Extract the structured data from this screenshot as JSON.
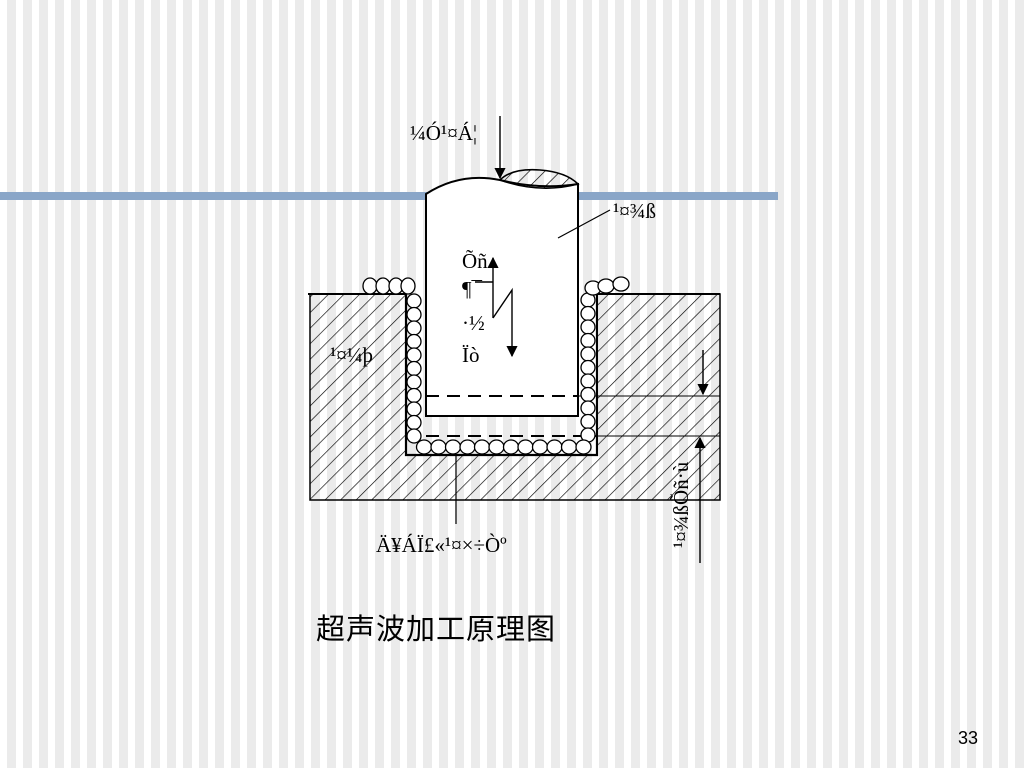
{
  "slide": {
    "caption": "超声波加工原理图",
    "page_number": "33"
  },
  "diagram": {
    "label_force": "¼Ó¹¤Á¦",
    "label_tool": "¹¤¾ß",
    "label_vibration_1": "Õñ",
    "label_vibration_2": "¶¯",
    "label_vibration_3": "·½",
    "label_vibration_4": "Ïò",
    "label_workpiece": "¹¤¼þ",
    "label_abrasive": "Ä¥ÁÏ£«¹¤×÷Òº",
    "label_feed": "¹¤¾ßÕñ·ù"
  },
  "colors": {
    "accent_line": "#8aa6c8",
    "ink": "#000000"
  }
}
